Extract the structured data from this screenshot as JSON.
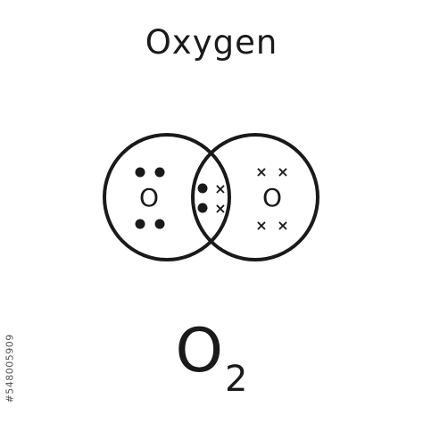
{
  "title": "Oxygen",
  "formula": {
    "element": "O",
    "subscript": "2"
  },
  "atoms": [
    {
      "label": "O",
      "electron_marker": "dot"
    },
    {
      "label": "O",
      "electron_marker": "cross"
    }
  ],
  "cross_symbol": "×",
  "stock_id": "#548005909",
  "colors": {
    "ink": "#1a1a1a",
    "background": "#ffffff"
  }
}
